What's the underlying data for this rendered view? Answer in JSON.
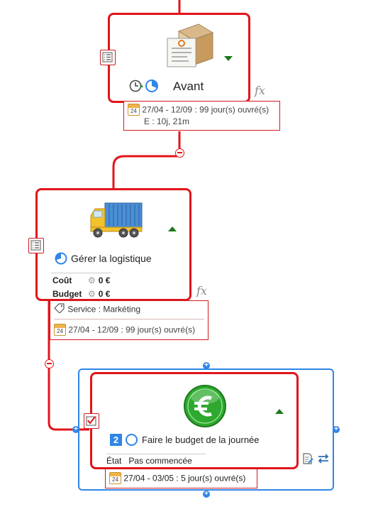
{
  "node_avant": {
    "title": "Avant",
    "date_range": "27/04 - 12/09 : 99 jour(s) ouvré(s)",
    "effort": "E : 10j, 21m",
    "calendar_day": "24",
    "fx": "fx"
  },
  "node_logistique": {
    "title": "Gérer la logistique",
    "metrics": [
      {
        "label": "Coût",
        "value": "0 €"
      },
      {
        "label": "Budget",
        "value": "0 €"
      }
    ],
    "service": "Service : Markéting",
    "date_range": "27/04 - 12/09 : 99 jour(s) ouvré(s)",
    "calendar_day": "24",
    "fx": "fx"
  },
  "node_budget": {
    "priority": "2",
    "title": "Faire le budget de la journée",
    "status_label": "État",
    "status_value": "Pas commencée",
    "date_range": "27/04 - 03/05 : 5 jour(s) ouvré(s)",
    "calendar_day": "24"
  },
  "colors": {
    "border_red": "#e2141b",
    "selection_blue": "#2f86e6",
    "expand_green": "#1a7a1a"
  }
}
